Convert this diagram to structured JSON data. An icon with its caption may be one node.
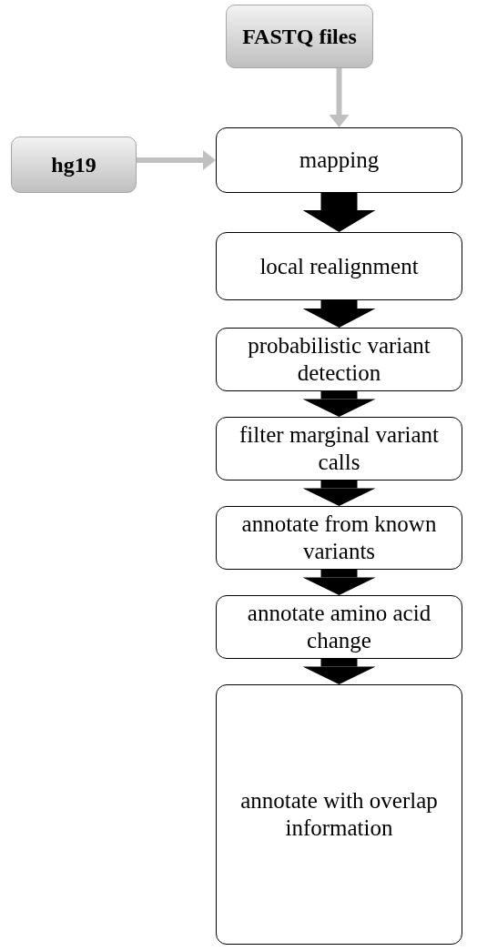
{
  "diagram": {
    "nodes": [
      {
        "text": [
          "FASTQ files"
        ]
      },
      {
        "text": [
          "hg19"
        ]
      },
      {
        "text": [
          "mapping"
        ]
      },
      {
        "text": [
          "local realignment"
        ]
      },
      {
        "text": [
          "probabilistic variant detection"
        ]
      },
      {
        "text": [
          "filter marginal variant calls"
        ]
      },
      {
        "text": [
          "annotate from known variants"
        ]
      },
      {
        "text": [
          "annotate amino acid change"
        ]
      },
      {
        "text": [
          "annotate with overlap information"
        ]
      }
    ],
    "edges": [
      {
        "from": 0,
        "to": 2,
        "arrow": "to",
        "color": "#c0c0c0"
      },
      {
        "from": 1,
        "to": 2,
        "arrow": "to",
        "color": "#c0c0c0"
      },
      {
        "from": 2,
        "to": 3,
        "arrow": "to"
      },
      {
        "from": 3,
        "to": 4,
        "arrow": "to"
      },
      {
        "from": 4,
        "to": 5,
        "arrow": "to"
      },
      {
        "from": 5,
        "to": 6,
        "arrow": "to"
      },
      {
        "from": 6,
        "to": 7,
        "arrow": "to"
      },
      {
        "from": 7,
        "to": 8,
        "arrow": "to"
      }
    ]
  }
}
